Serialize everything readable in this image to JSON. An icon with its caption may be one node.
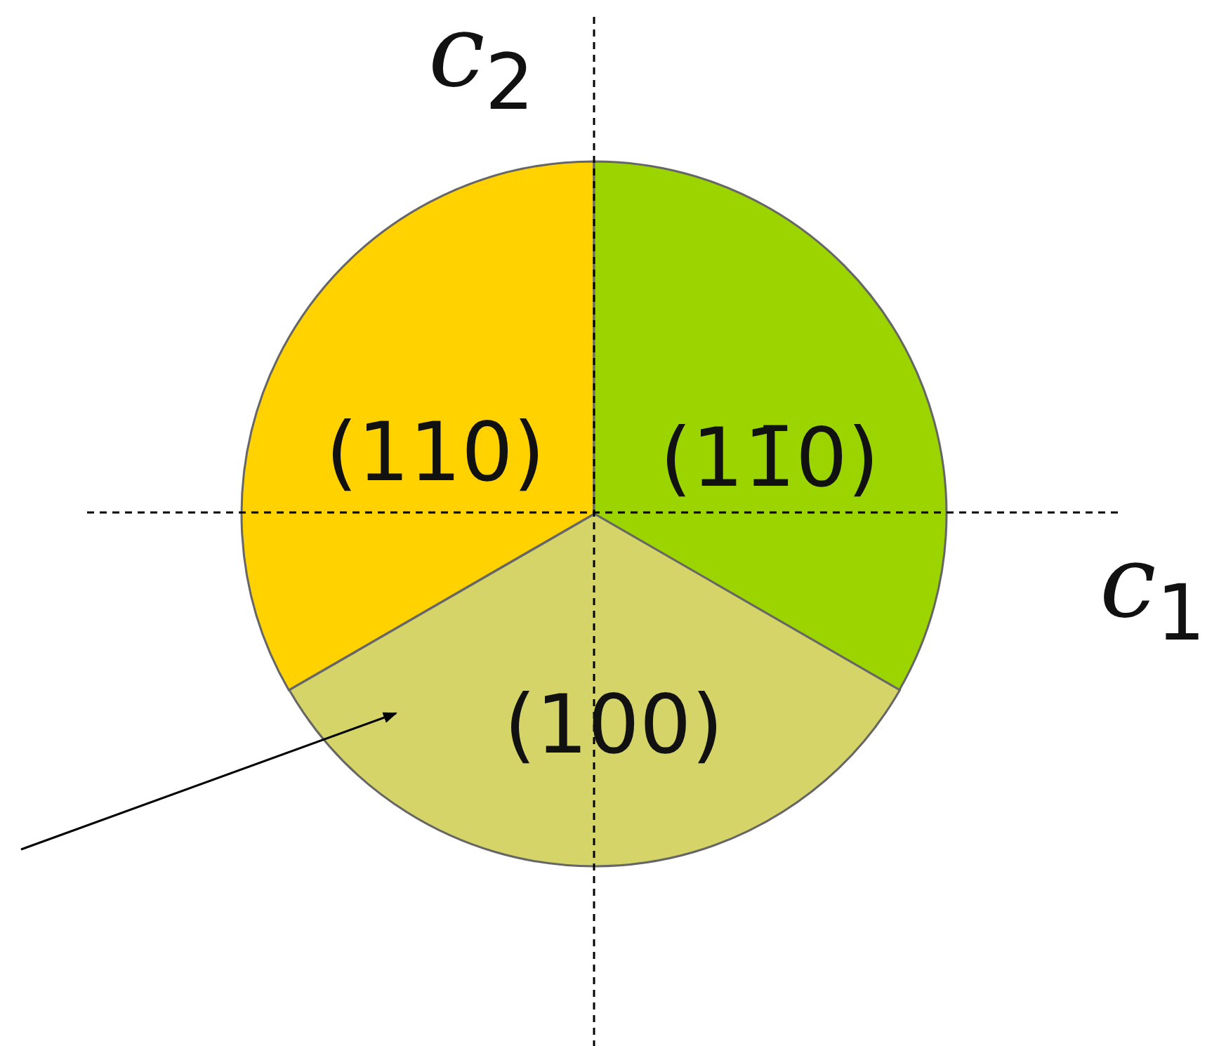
{
  "diagram": {
    "nodes": [
      {
        "text": [
          "(110)"
        ]
      },
      {
        "text": [
          "(11̄0)"
        ]
      },
      {
        "text": [
          "(100)"
        ]
      }
    ],
    "edges": [
      {
        "from": null,
        "to": 2,
        "arrow": "to"
      }
    ],
    "labels": [
      "*c*$_{2}$",
      "*c*$_{1}$"
    ]
  }
}
